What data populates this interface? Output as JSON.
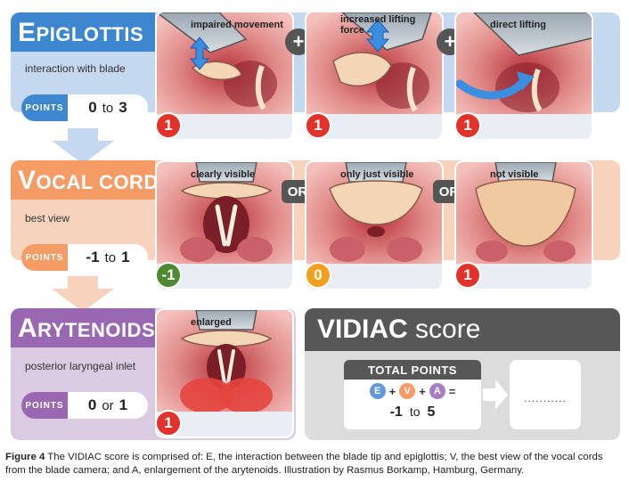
{
  "sections": {
    "epiglottis": {
      "initial": "E",
      "rest": "PIGLOTTIS",
      "subtitle": "interaction with blade",
      "points_label": "POINTS",
      "range_min": "0",
      "range_sep": "to",
      "range_max": "3",
      "color": "#3d87d1",
      "panels": [
        {
          "points": "1",
          "caption": "impaired movement"
        },
        {
          "points": "1",
          "caption": "increased lifting force"
        },
        {
          "points": "1",
          "caption": "direct lifting"
        }
      ],
      "operator": "+"
    },
    "vocal_cords": {
      "initial": "V",
      "rest": "OCAL CORDS",
      "subtitle": "best view",
      "points_label": "POINTS",
      "range_min": "-1",
      "range_sep": "to",
      "range_max": "1",
      "color": "#f59b66",
      "panels": [
        {
          "points": "-1",
          "caption": "clearly visible"
        },
        {
          "points": "0",
          "caption": "only just visible"
        },
        {
          "points": "1",
          "caption": "not visible"
        }
      ],
      "operator": "OR"
    },
    "arytenoids": {
      "initial": "A",
      "rest": "RYTENOIDS",
      "subtitle": "posterior laryngeal inlet",
      "points_label": "POINTS",
      "range_min": "0",
      "range_sep": "or",
      "range_max": "1",
      "color": "#9a67b3",
      "panels": [
        {
          "points": "1",
          "caption": "enlarged"
        }
      ]
    }
  },
  "score": {
    "title_bold": "VIDIAC",
    "title_light": "score",
    "total_label": "TOTAL POINTS",
    "formula": {
      "e": "E",
      "v": "V",
      "a": "A",
      "plus": "+",
      "equals": "="
    },
    "range_min": "-1",
    "range_sep": "to",
    "range_max": "5",
    "result_placeholder": "..........."
  },
  "figure_caption": {
    "label": "Figure 4",
    "text": "The VIDIAC score is comprised of: E, the interaction between the blade tip and epiglottis; V, the best view of the vocal cords from the blade camera; and A, enlargement of the arytenoids. Illustration by Rasmus Borkamp, Hamburg, Germany."
  }
}
